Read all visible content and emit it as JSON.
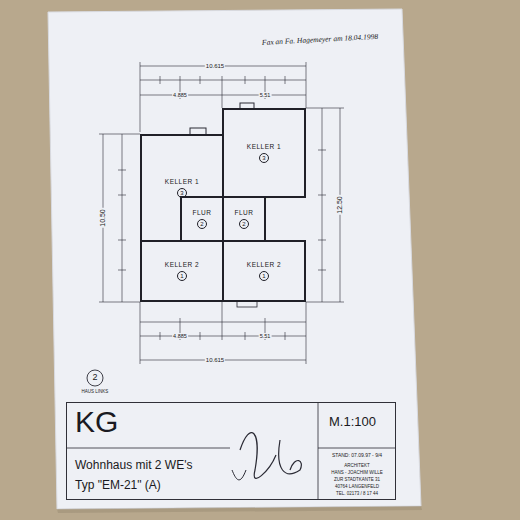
{
  "diagram": {
    "nodes": [
      {
        "text": [
          "KELLER 1",
          "3"
        ]
      },
      {
        "text": [
          "KELLER 1",
          "3"
        ]
      },
      {
        "text": [
          "FLUR",
          "2"
        ]
      },
      {
        "text": [
          "FLUR",
          "2"
        ]
      },
      {
        "text": [
          "KELLER 2",
          "1"
        ]
      },
      {
        "text": [
          "KELLER 2",
          "1"
        ]
      },
      {
        "text": [
          "KG",
          "M.1:100",
          "Wohnhaus mit 2 WE's",
          "Typ \"EM-21\" (A)"
        ]
      }
    ],
    "labels": [
      "Fax an Fa. Hagemeyer am 18.04.1998",
      "10.615",
      "4.885",
      "5.51",
      "10.50",
      "12.50",
      "4.885",
      "5.51",
      "10.615",
      "2",
      "HAUS LINKS",
      "STAND: 07.09.97 - 9/4",
      "ARCHITEKT",
      "HANS - JOACHIM WILLE",
      "ZUR STADTKANTE 31",
      "40764 LANGENFELD",
      "TEL. 02173 / 8 17 44"
    ]
  }
}
